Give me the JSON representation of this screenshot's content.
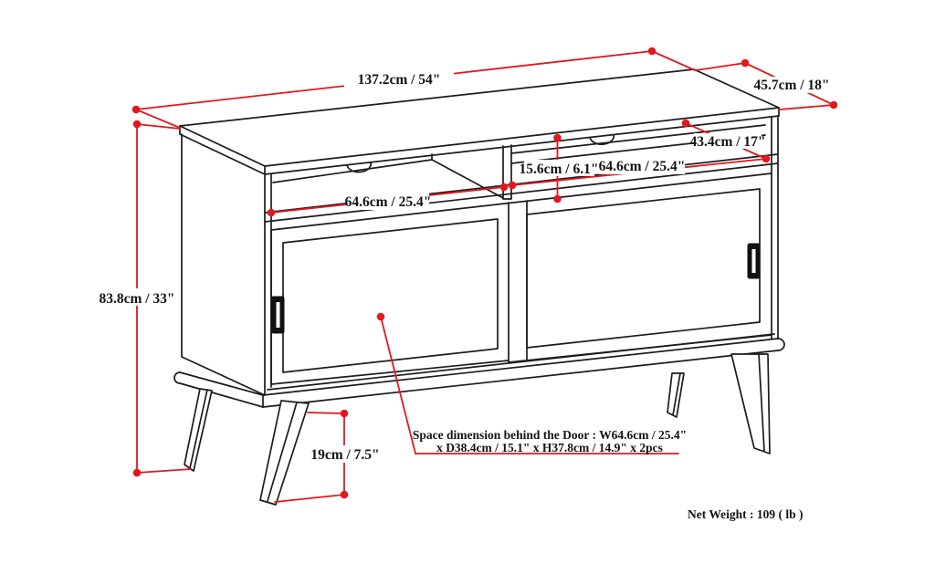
{
  "diagram": {
    "type": "furniture-dimension-diagram",
    "subject": "TV media stand with sliding doors, open shelves and splayed legs",
    "colors": {
      "line": "#1c1c1c",
      "dimension": "#e0191f",
      "background": "#ffffff"
    }
  },
  "dimensions": {
    "top_width": "137.2cm / 54\"",
    "top_depth": "45.7cm / 18\"",
    "shelf_depth": "43.4cm / 17\"",
    "opening_height": "15.6cm / 6.1\"",
    "opening_width_left": "64.6cm / 25.4\"",
    "opening_width_right": "64.6cm / 25.4\"",
    "overall_height": "83.8cm / 33\"",
    "leg_height": "19cm / 7.5\""
  },
  "annotations": {
    "door_space_line1": "Space dimension behind the Door  : W64.6cm / 25.4\"",
    "door_space_line2": "x D38.4cm / 15.1\" x H37.8cm / 14.9\" x 2pcs",
    "net_weight": "Net Weight : 109 ( lb )"
  }
}
